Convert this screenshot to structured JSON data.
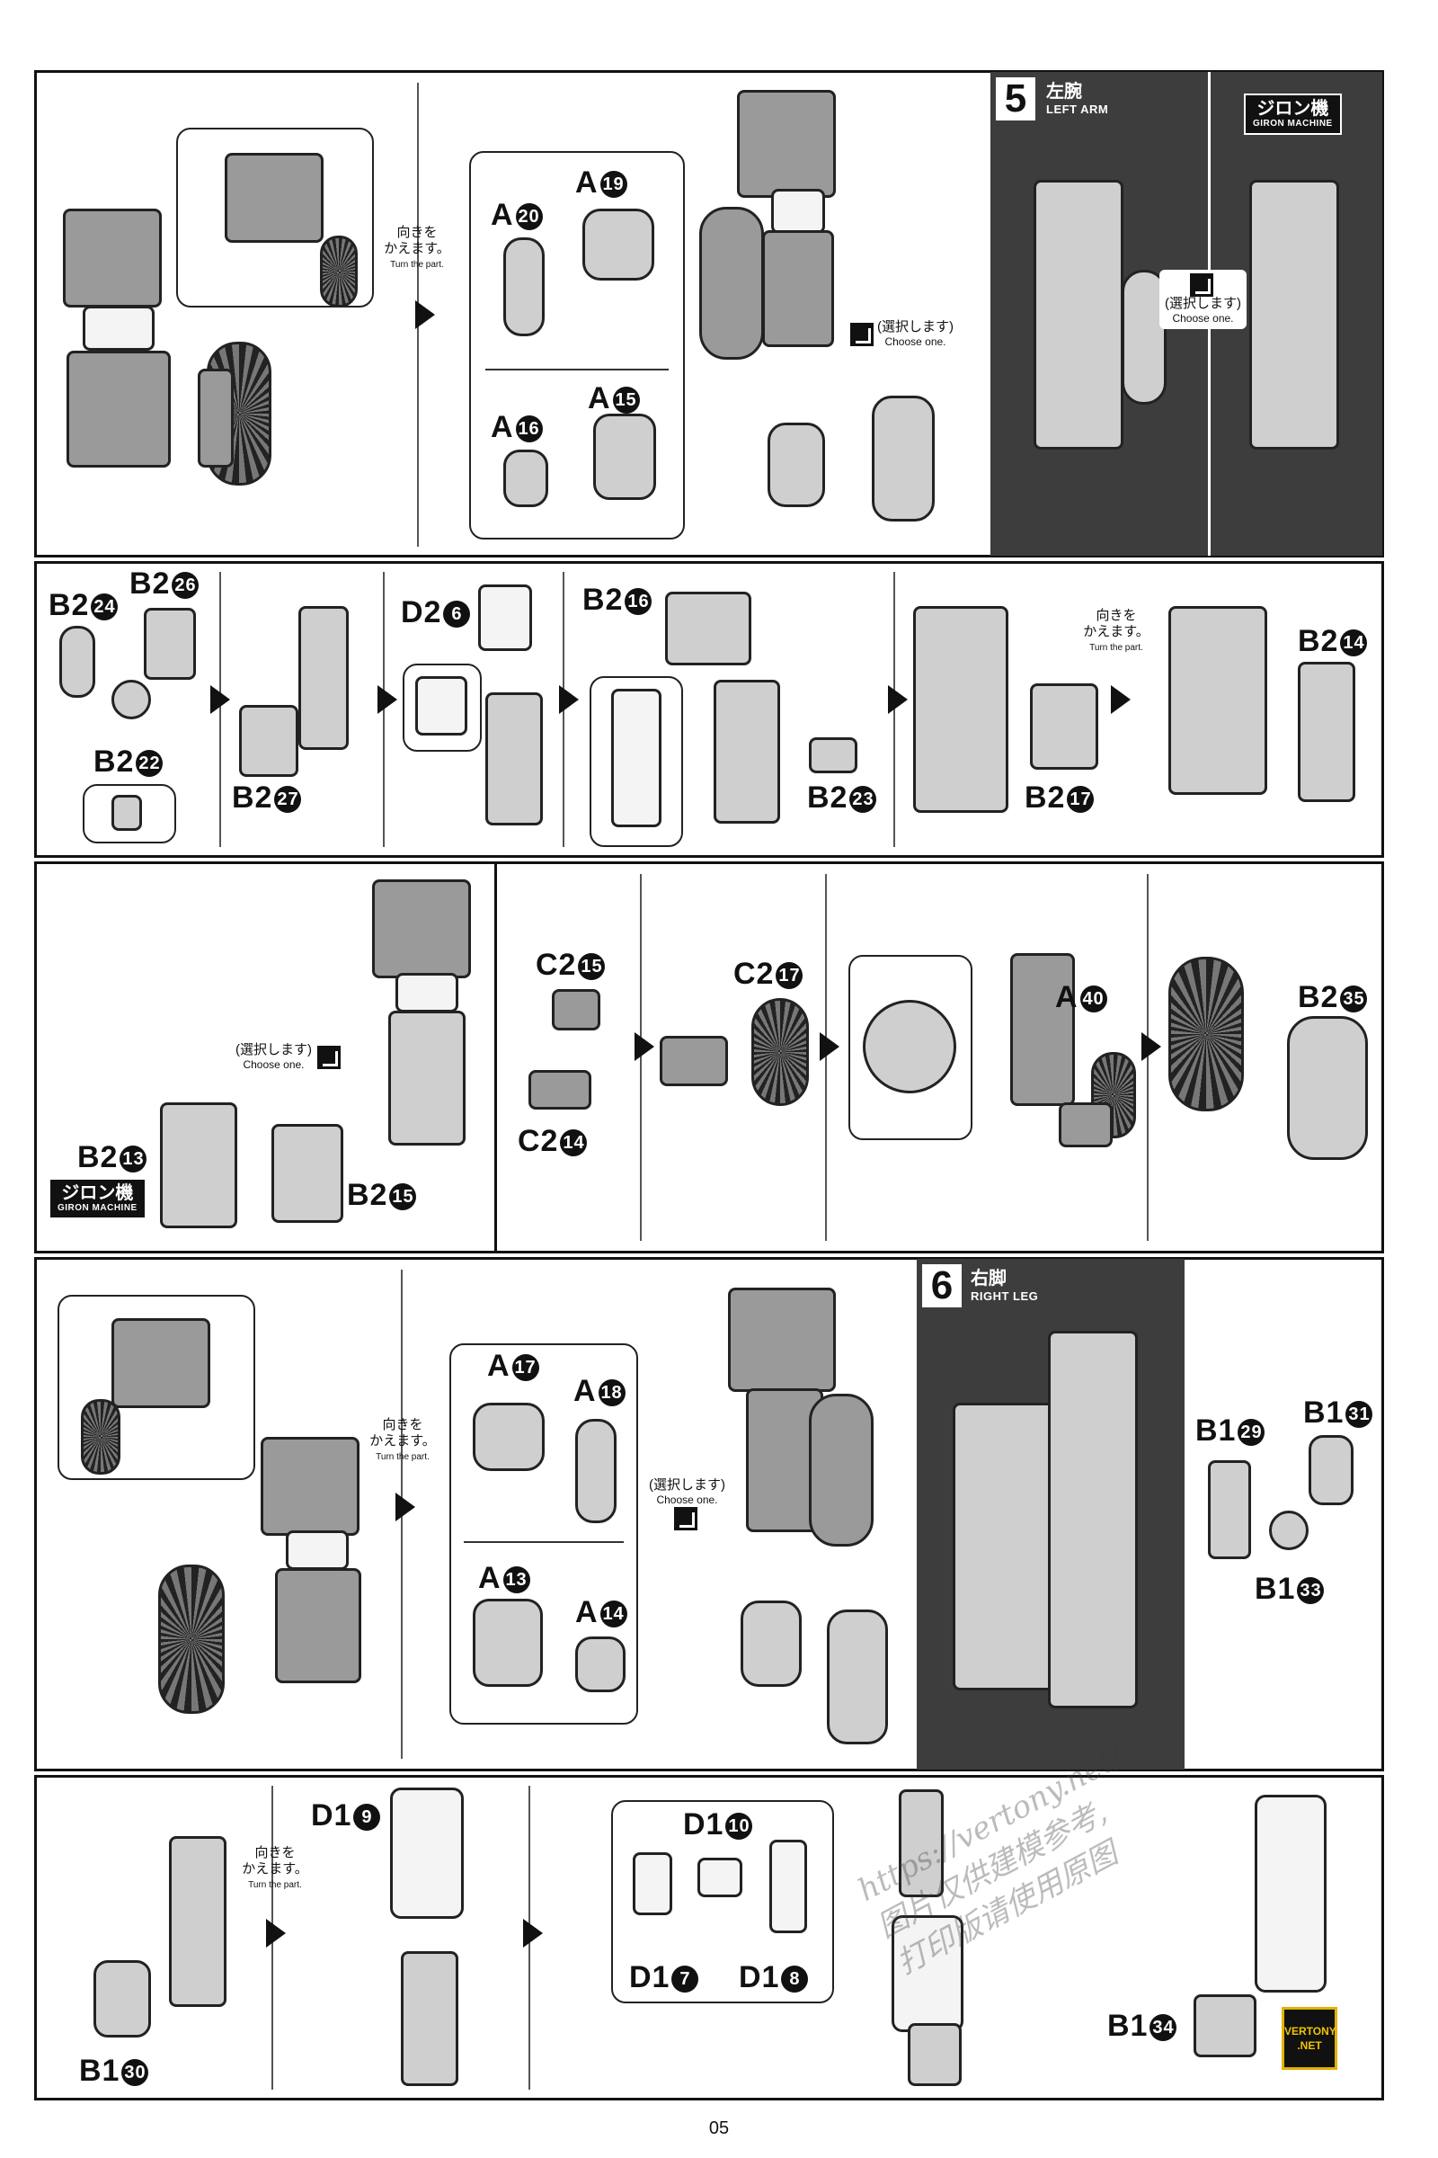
{
  "page_number": "05",
  "turn": {
    "jp": "向きを\nかえます。",
    "en": "Turn the part."
  },
  "choose": {
    "jp": "(選択します)",
    "en": "Choose one."
  },
  "giron": {
    "jp": "ジロン機",
    "en": "GIRON MACHINE"
  },
  "step5": {
    "number": "5",
    "jp": "左腕",
    "en": "LEFT ARM"
  },
  "step6": {
    "number": "6",
    "jp": "右脚",
    "en": "RIGHT LEG"
  },
  "row1": {
    "labels": [
      [
        "A",
        "20"
      ],
      [
        "A",
        "19"
      ],
      [
        "A",
        "16"
      ],
      [
        "A",
        "15"
      ]
    ]
  },
  "row2": {
    "labels": [
      [
        "B2",
        "24"
      ],
      [
        "B2",
        "26"
      ],
      [
        "B2",
        "22"
      ],
      [
        "B2",
        "27"
      ],
      [
        "D2",
        "6"
      ],
      [
        "B2",
        "16"
      ],
      [
        "B2",
        "23"
      ],
      [
        "B2",
        "17"
      ],
      [
        "B2",
        "14"
      ]
    ]
  },
  "row3": {
    "labels": [
      [
        "B2",
        "13"
      ],
      [
        "B2",
        "15"
      ],
      [
        "C2",
        "15"
      ],
      [
        "C2",
        "14"
      ],
      [
        "C2",
        "17"
      ],
      [
        "A",
        "40"
      ],
      [
        "B2",
        "35"
      ]
    ]
  },
  "row4": {
    "labels": [
      [
        "A",
        "17"
      ],
      [
        "A",
        "18"
      ],
      [
        "A",
        "13"
      ],
      [
        "A",
        "14"
      ],
      [
        "B1",
        "29"
      ],
      [
        "B1",
        "31"
      ],
      [
        "B1",
        "33"
      ]
    ]
  },
  "row5": {
    "labels": [
      [
        "B1",
        "30"
      ],
      [
        "D1",
        "9"
      ],
      [
        "D1",
        "10"
      ],
      [
        "D1",
        "7"
      ],
      [
        "D1",
        "8"
      ],
      [
        "B1",
        "34"
      ]
    ]
  },
  "watermark": {
    "line1": "https://vertony.net/",
    "line2": "图片仅供建模参考,",
    "line3": "打印版请使用原图"
  },
  "logo": {
    "line1": "VERTONY",
    "line2": ".NET"
  }
}
